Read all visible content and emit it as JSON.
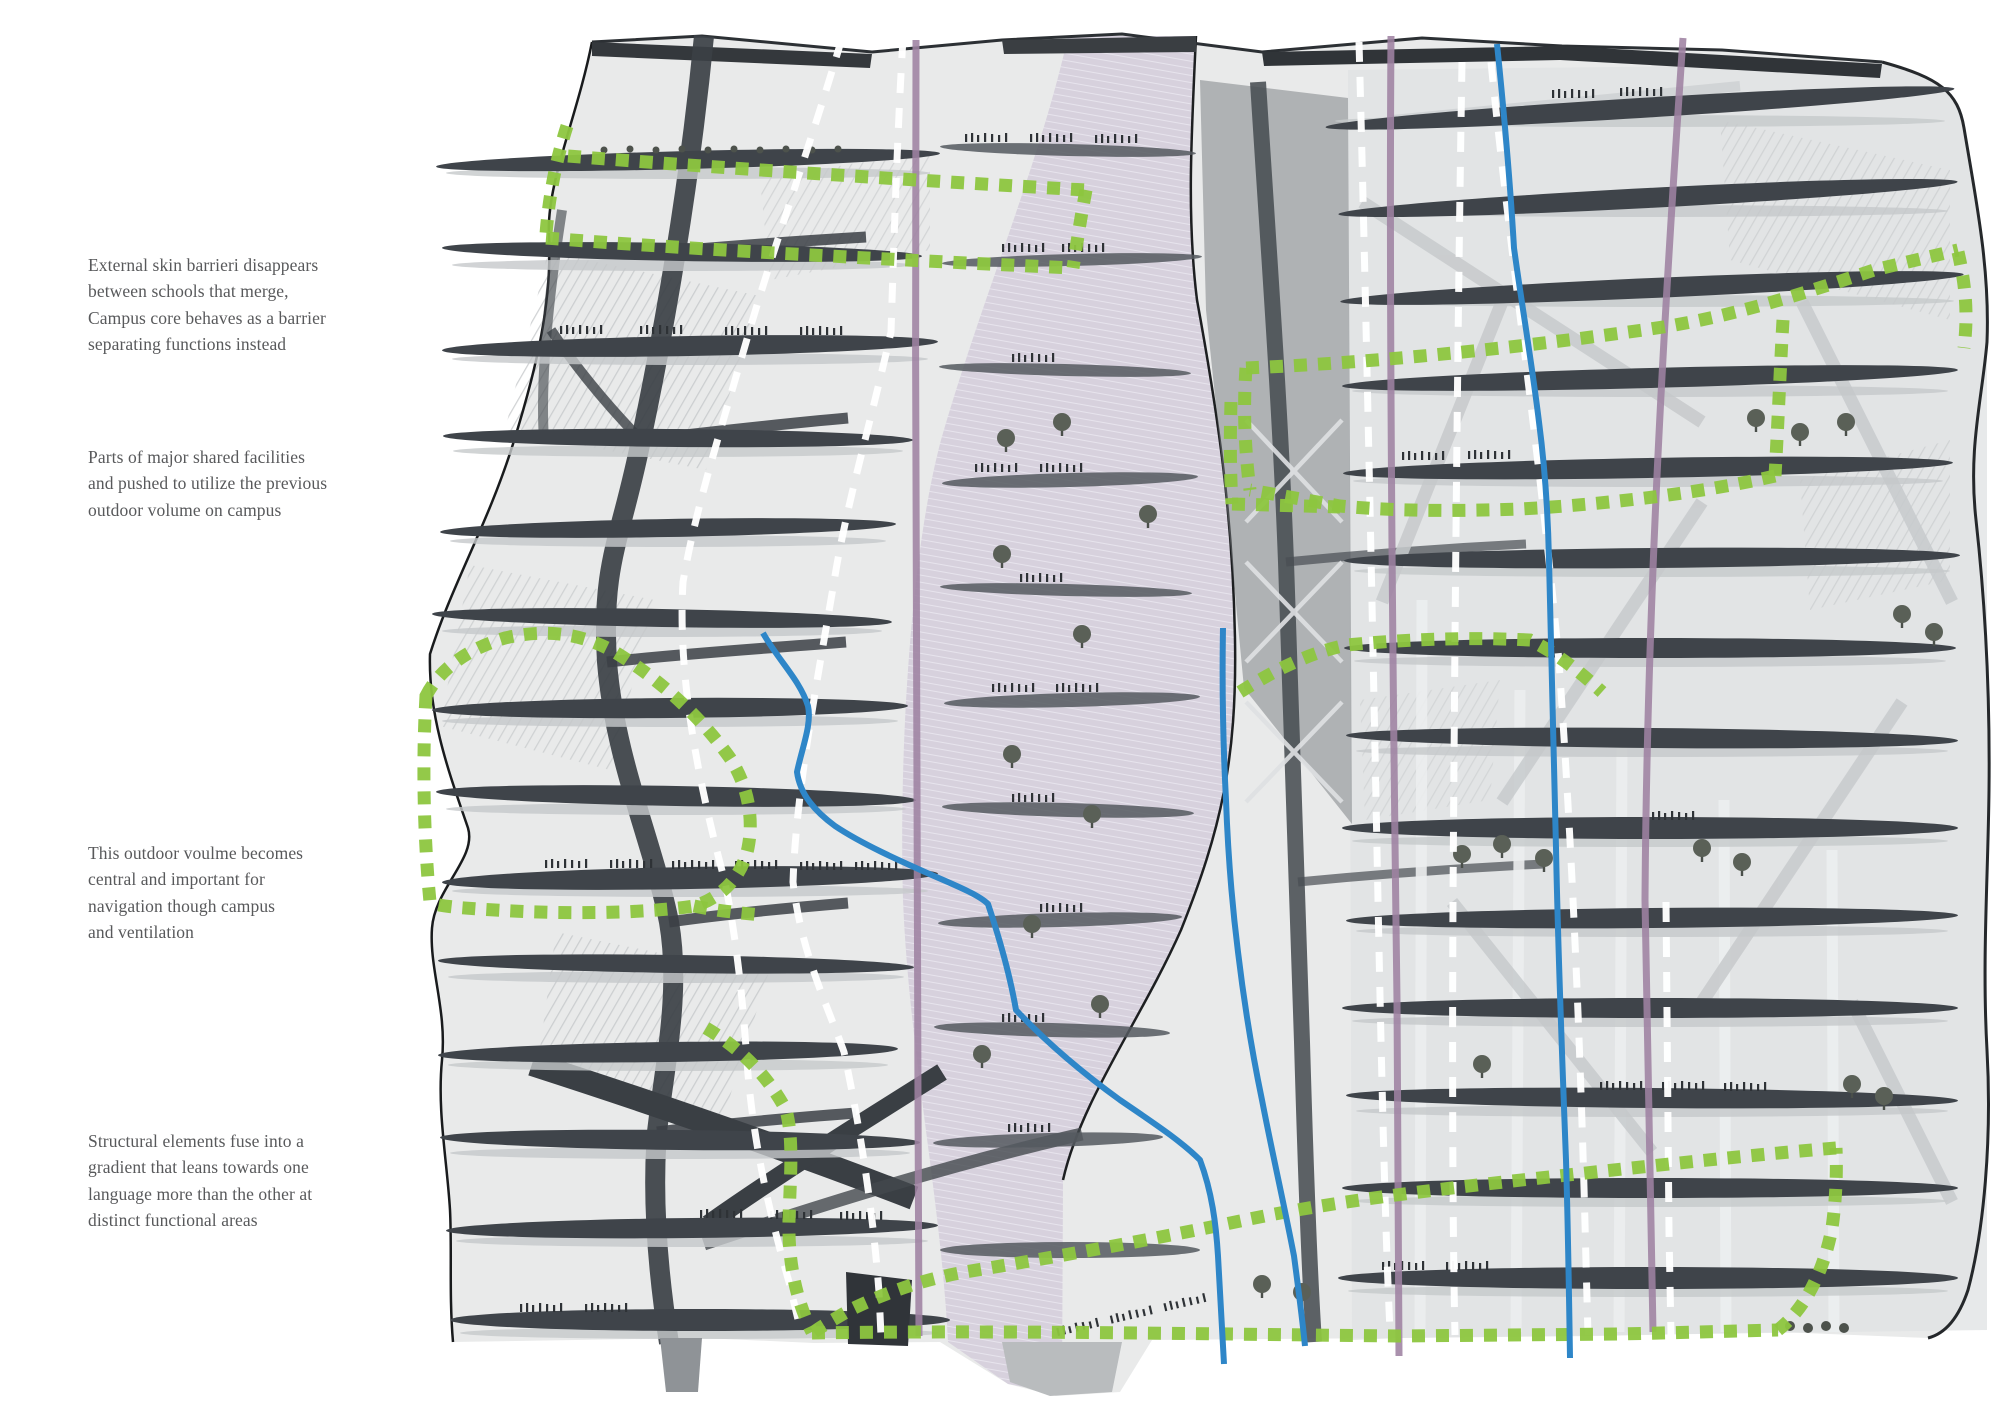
{
  "annotations": [
    {
      "id": "annotation-1",
      "text": "External skin barrieri disappears\nbetween schools that merge,\nCampus core behaves as a barrier\nseparating functions instead"
    },
    {
      "id": "annotation-2",
      "text": "Parts of major shared facilities\nand pushed to utilize the previous\noutdoor volume on campus"
    },
    {
      "id": "annotation-3",
      "text": "This outdoor voulme becomes\ncentral and important for\nnavigation though campus\nand ventilation"
    },
    {
      "id": "annotation-4",
      "text": "Structural elements fuse into a\ngradient that leans towards one\nlanguage more than the other at\ndistinct functional areas"
    }
  ],
  "drawing": {
    "colors": {
      "green_dotted": "#8dc63f",
      "blue_line": "#2e86c8",
      "purple_line": "#9e82a2",
      "ink": "#58595b"
    }
  }
}
